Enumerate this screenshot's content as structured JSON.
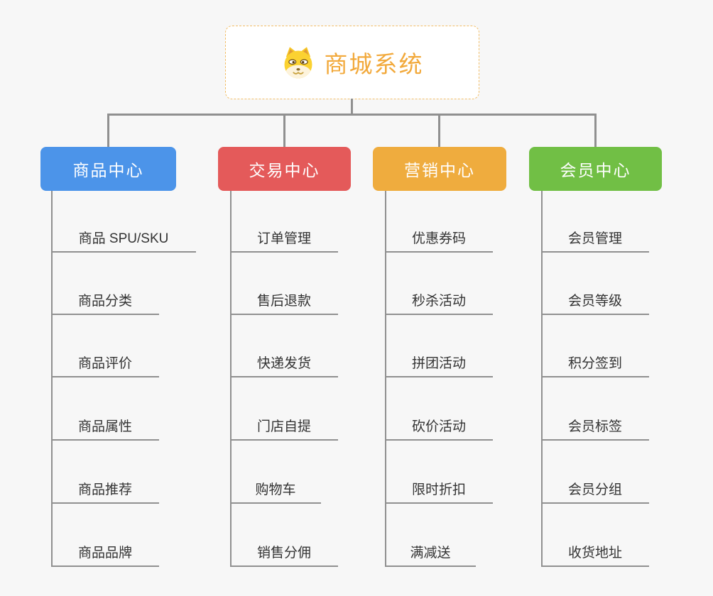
{
  "root": {
    "title": "商城系统",
    "icon": "dog-icon",
    "title_color": "#f2a93b",
    "border_color": "#f2be68"
  },
  "connector_color": "#909090",
  "background_color": "#f7f7f7",
  "leaf_text_color": "#333333",
  "branches": [
    {
      "label": "商品中心",
      "color": "#4c94e9",
      "items": [
        "商品 SPU/SKU",
        "商品分类",
        "商品评价",
        "商品属性",
        "商品推荐",
        "商品品牌"
      ]
    },
    {
      "label": "交易中心",
      "color": "#e45a5a",
      "items": [
        "订单管理",
        "售后退款",
        "快递发货",
        "门店自提",
        "购物车",
        "销售分佣"
      ]
    },
    {
      "label": "营销中心",
      "color": "#efac3e",
      "items": [
        "优惠券码",
        "秒杀活动",
        "拼团活动",
        "砍价活动",
        "限时折扣",
        "满减送"
      ]
    },
    {
      "label": "会员中心",
      "color": "#71bf45",
      "items": [
        "会员管理",
        "会员等级",
        "积分签到",
        "会员标签",
        "会员分组",
        "收货地址"
      ]
    }
  ]
}
